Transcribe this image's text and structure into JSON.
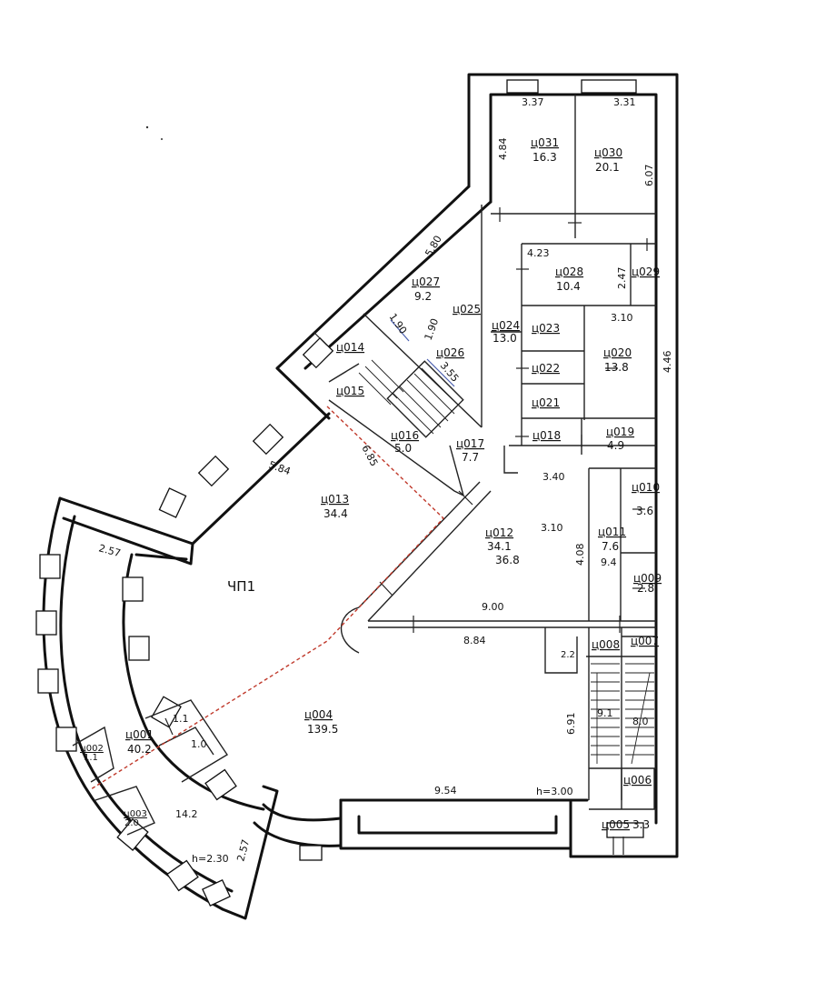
{
  "plan": {
    "main_label": "ЧП1",
    "rooms": [
      {
        "id": "r031",
        "code": "ц031",
        "area": "16.3"
      },
      {
        "id": "r030",
        "code": "ц030",
        "area": "20.1"
      },
      {
        "id": "r028",
        "code": "ц028",
        "area": "10.4"
      },
      {
        "id": "r029",
        "code": "ц029",
        "area": ""
      },
      {
        "id": "r027",
        "code": "ц027",
        "area": "9.2"
      },
      {
        "id": "r025",
        "code": "ц025",
        "area": ""
      },
      {
        "id": "r024",
        "code": "ц024",
        "area": "13.0"
      },
      {
        "id": "r023",
        "code": "ц023",
        "area": ""
      },
      {
        "id": "r020",
        "code": "ц020",
        "area": "13.8"
      },
      {
        "id": "r022",
        "code": "ц022",
        "area": ""
      },
      {
        "id": "r021",
        "code": "ц021",
        "area": ""
      },
      {
        "id": "r026",
        "code": "ц026",
        "area": ""
      },
      {
        "id": "r014",
        "code": "ц014",
        "area": ""
      },
      {
        "id": "r015",
        "code": "ц015",
        "area": ""
      },
      {
        "id": "r016",
        "code": "ц016",
        "area": "5.0"
      },
      {
        "id": "r017",
        "code": "ц017",
        "area": "7.7"
      },
      {
        "id": "r018",
        "code": "ц018",
        "area": ""
      },
      {
        "id": "r019",
        "code": "ц019",
        "area": "4.9"
      },
      {
        "id": "r013",
        "code": "ц013",
        "area": "34.4"
      },
      {
        "id": "r012",
        "code": "ц012",
        "area": "34.1",
        "area2": "36.8"
      },
      {
        "id": "r011",
        "code": "ц011",
        "area": "7.6"
      },
      {
        "id": "r010",
        "code": "ц010",
        "area": "3.6"
      },
      {
        "id": "r009",
        "code": "ц009",
        "area": "2.8"
      },
      {
        "id": "r008",
        "code": "ц008",
        "area": ""
      },
      {
        "id": "r007",
        "code": "ц007",
        "area": ""
      },
      {
        "id": "r004",
        "code": "ц004",
        "area": "139.5"
      },
      {
        "id": "r001",
        "code": "ц001",
        "area": "40.2"
      },
      {
        "id": "r002",
        "code": "ц002",
        "area": "1.1"
      },
      {
        "id": "r003",
        "code": "ц003",
        "area": "2.0"
      },
      {
        "id": "r006",
        "code": "ц006",
        "area": ""
      },
      {
        "id": "r005",
        "code": "ц005",
        "area": "3.3"
      }
    ],
    "dims": {
      "d337": "3.37",
      "d331": "3.31",
      "d484": "4.84",
      "d607": "6.07",
      "d423": "4.23",
      "d247": "2.47",
      "d580": "5.80",
      "d190a": "1.90",
      "d190b": "1.90",
      "d355": "3.55",
      "d310a": "3.10",
      "d446": "4.46",
      "d584": "5.84",
      "d685": "6.85",
      "d340": "3.40",
      "d310b": "3.10",
      "d408": "4.08",
      "d94": "9.4",
      "d900": "9.00",
      "d884": "8.84",
      "d22": "2.2",
      "d691": "6.91",
      "d91": "9.1",
      "d80": "8.0",
      "d954": "9.54",
      "h300": "h=3.00",
      "d257a": "2.57",
      "d257b": "2.57",
      "h230": "h=2.30",
      "d142": "14.2",
      "d11": "1.1",
      "d10": "1.0"
    }
  }
}
